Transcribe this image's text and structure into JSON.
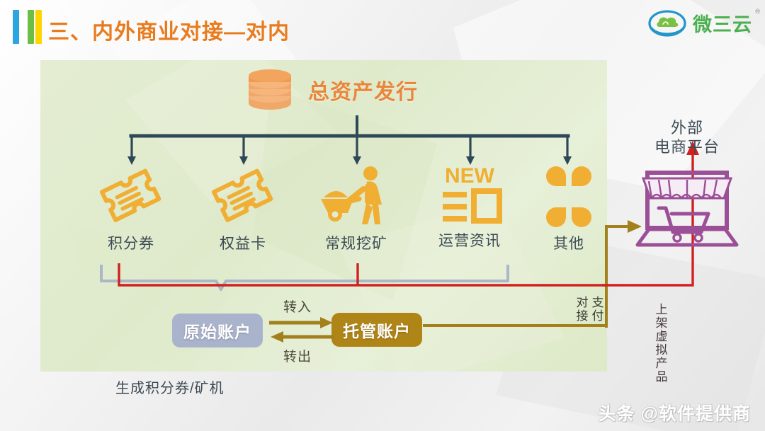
{
  "header": {
    "title": "三、内外商业对接—对内",
    "accent_color": "#E87B1E",
    "bars": [
      {
        "name": "bar-blue",
        "color": "#2BA6DE"
      },
      {
        "name": "bar-green",
        "color": "#6CBE45"
      },
      {
        "name": "bar-yellow",
        "color": "#FFD500"
      }
    ],
    "logo": {
      "icon": "cloud-swirl-icon",
      "text": "微三云",
      "registered": "®",
      "text_color": "#4CAF50",
      "icon_colors": [
        "#2196C9",
        "#7AC143"
      ]
    }
  },
  "diagram": {
    "hub": {
      "icon": "stacked-coins-icon",
      "label": "总资产发行",
      "color": "#E8873A"
    },
    "leaves": [
      {
        "icon": "ticket-icon",
        "label": "积分券"
      },
      {
        "icon": "ticket-icon",
        "label": "权益卡"
      },
      {
        "icon": "miner-wheelbarrow-icon",
        "label": "常规挖矿"
      },
      {
        "icon": "news-new-icon",
        "label": "运营资讯",
        "badge": "NEW"
      },
      {
        "icon": "four-petal-icon",
        "label": "其他"
      }
    ],
    "accounts": {
      "origin": {
        "label": "原始账户",
        "color": "#AAB3CC"
      },
      "custody": {
        "label": "托管账户",
        "color": "#B08517"
      }
    },
    "flow_labels": {
      "transfer_in": "转入",
      "transfer_out": "转出"
    },
    "side_labels": {
      "docking": "对接",
      "payment": "支付",
      "list_virtual_products": "上架虚拟产品"
    },
    "external": {
      "title_line1": "外部",
      "title_line2": "电商平台",
      "icon": "ecommerce-laptop-shop-icon",
      "color": "#9B4F96"
    },
    "caption": "生成积分券/矿机",
    "connector_colors": {
      "tree": "#2F4858",
      "bracket": "#A9B7C6",
      "red": "#D02020",
      "gold": "#A2801B"
    }
  },
  "watermark": "头条 @软件提供商"
}
